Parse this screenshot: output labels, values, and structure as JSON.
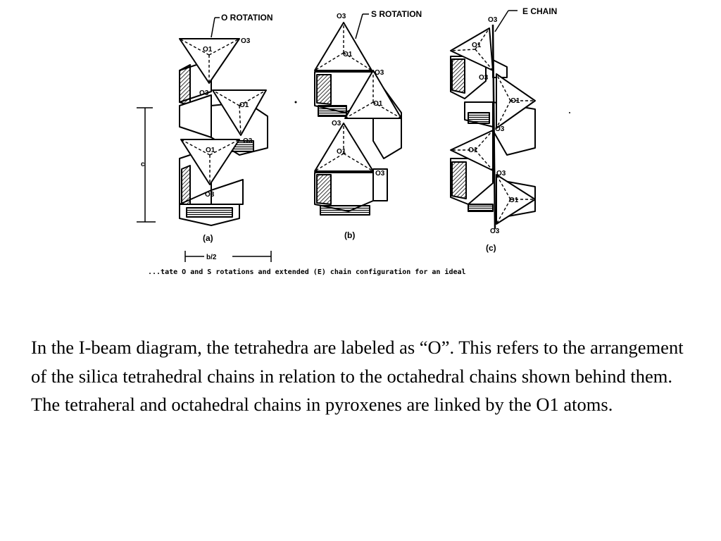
{
  "figure": {
    "headers": {
      "o": "O ROTATION",
      "s": "S ROTATION",
      "e": "E CHAIN"
    },
    "atoms": {
      "o1": "O1",
      "o3": "O3"
    },
    "panels": {
      "a": "(a)",
      "b": "(b)",
      "c": "(c)"
    },
    "dims": {
      "c": "c",
      "b2": "b/2"
    },
    "caption": "...tate O and S rotations and extended (E) chain configuration for an ideal"
  },
  "body": {
    "paragraph": "In the I-beam diagram, the tetrahedra are labeled as “O”. This refers to the arrangement of the silica tetrahedral chains in relation to the octahedral chains shown behind them. The tetraheral and octahedral chains in pyroxenes are linked by the O1 atoms."
  }
}
